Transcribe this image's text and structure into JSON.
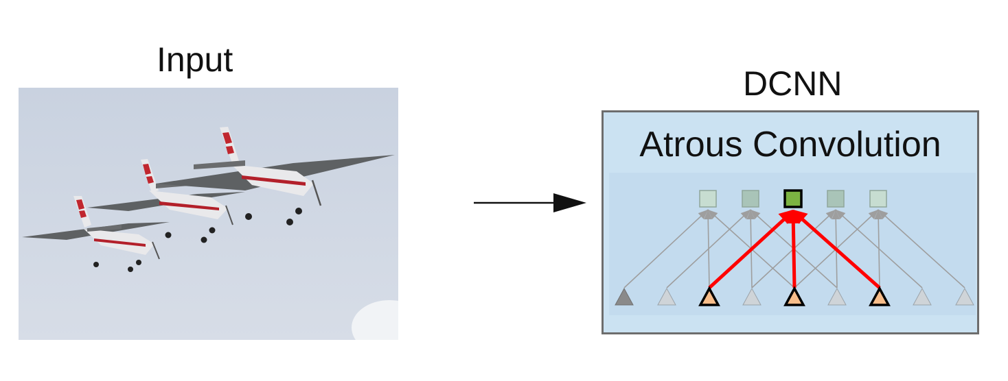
{
  "input": {
    "title": "Input"
  },
  "dcnn": {
    "title": "DCNN",
    "inner_title": "Atrous Convolution"
  },
  "atrous": {
    "input_nodes": 9,
    "output_nodes": 5,
    "active_output_index": 2,
    "active_input_indices": [
      2,
      4,
      6
    ],
    "colors": {
      "box_bg": "#cbe2f2",
      "box_border": "#6d6d6d",
      "output_node": "#c7ddd1",
      "output_node_border": "#8fa69a",
      "active_output": "#7cb342",
      "active_input": "#f7bd8a",
      "active_edge": "#ff0000",
      "inactive_edge": "#9e9e9e",
      "inactive_input": "#cfd4d8",
      "first_input": "#8a8a8a"
    }
  }
}
